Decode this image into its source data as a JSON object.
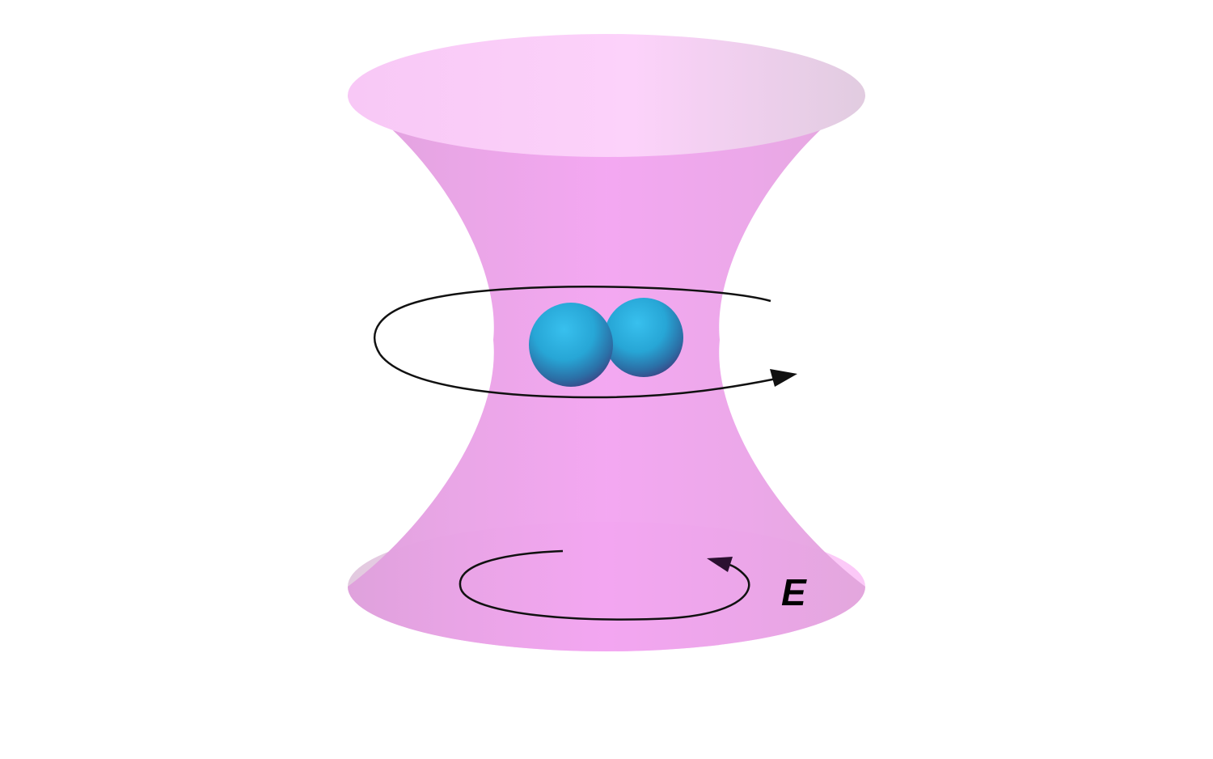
{
  "diagram": {
    "field_label": "E",
    "colors": {
      "beam_body": "#f0a6f0",
      "beam_ellipse": "#fbcaf9",
      "beam_ellipse_shade": "#e2cce0",
      "molecule": "#2aa9d6",
      "molecule_shadow": "#3b4a8a",
      "arrow": "#111111"
    },
    "icons": {
      "beam": "hyperboloid-light-beam",
      "molecule": "diatomic-molecule",
      "rotation": "rotation-arrow",
      "polarization": "polarization-arrow"
    }
  }
}
